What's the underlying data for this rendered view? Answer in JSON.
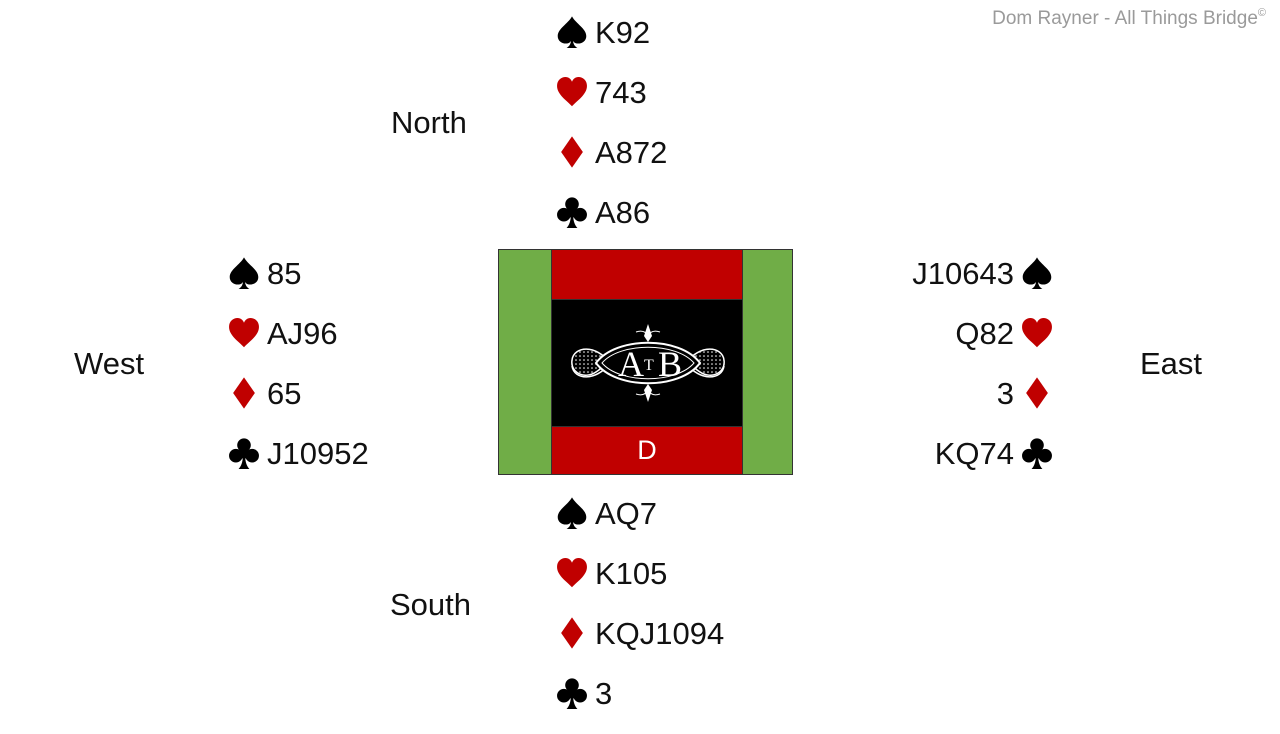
{
  "credit": {
    "text": "Dom Rayner  - All Things Bridge",
    "symbol": "©"
  },
  "colors": {
    "black_suit": "#000000",
    "red_suit": "#c00000",
    "table_green": "#70ad47",
    "table_red": "#c00000",
    "table_black": "#000000"
  },
  "seats": {
    "north": "North",
    "south": "South",
    "west": "West",
    "east": "East"
  },
  "hands": {
    "north": {
      "spades": "K92",
      "hearts": "743",
      "diamonds": "A872",
      "clubs": "A86"
    },
    "west": {
      "spades": "85",
      "hearts": "AJ96",
      "diamonds": "65",
      "clubs": "J10952"
    },
    "east": {
      "spades": "J10643",
      "hearts": "Q82",
      "diamonds": "3",
      "clubs": "KQ74"
    },
    "south": {
      "spades": "AQ7",
      "hearts": "K105",
      "diamonds": "KQJ1094",
      "clubs": "3"
    }
  },
  "table": {
    "dealer_mark": "D",
    "logo_text": "ATB"
  },
  "icons": {
    "spades": "spade-icon",
    "hearts": "heart-icon",
    "diamonds": "diamond-icon",
    "clubs": "club-icon"
  }
}
